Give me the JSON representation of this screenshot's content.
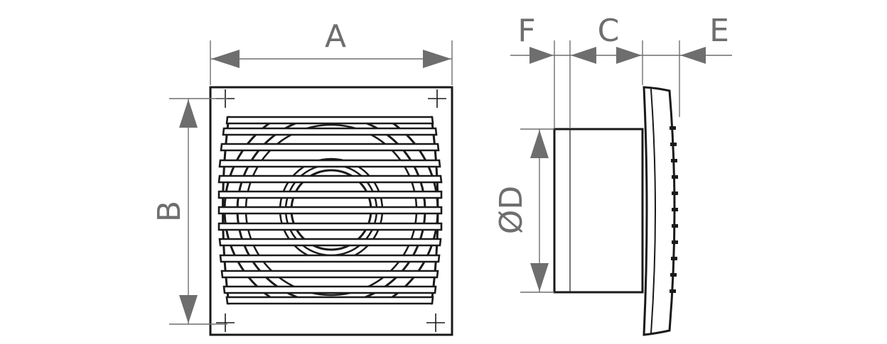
{
  "labels": {
    "width": "A",
    "height": "B",
    "depth_body": "C",
    "diameter": "ØD",
    "depth_grille": "E",
    "depth_flange": "F"
  }
}
